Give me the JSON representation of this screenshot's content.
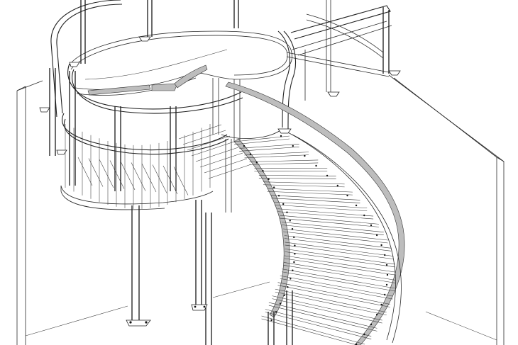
{
  "drawing": {
    "subject": "spiral-staircase-wireframe",
    "colors": {
      "background": "#ffffff",
      "line": "#2a2a2a",
      "rail_shade": "#bdbdbd"
    },
    "components": [
      "wall",
      "landing-platform",
      "spiral-stair-treads",
      "handrail",
      "posts",
      "base-plates",
      "bridge-walkway"
    ]
  }
}
